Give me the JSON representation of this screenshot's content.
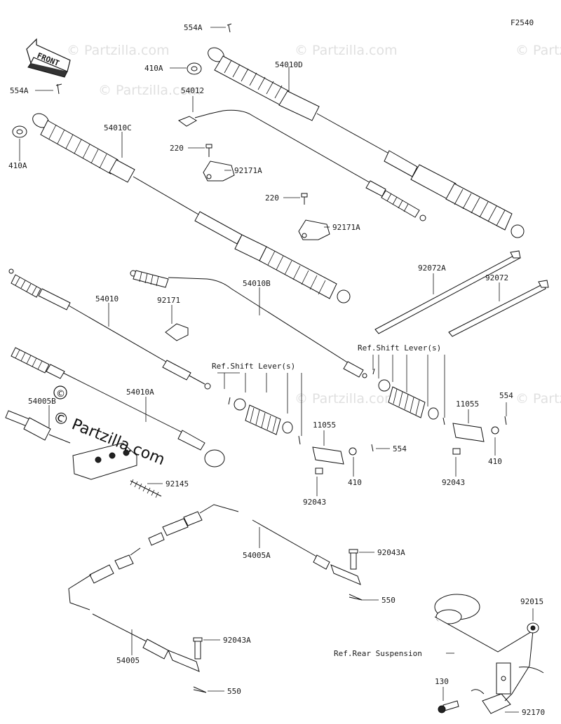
{
  "diagram": {
    "figure_code": "F2540",
    "front_label": "FRONT",
    "watermark": "© Partzilla.com",
    "watermark_large": "© Partzilla.com",
    "callouts": {
      "c554A_top": "554A",
      "c410A_top": "410A",
      "c54010D": "54010D",
      "c54012": "54012",
      "c554A_left": "554A",
      "c54010C": "54010C",
      "c410A_left": "410A",
      "c220_a": "220",
      "c92171A_a": "92171A",
      "c220_b": "220",
      "c92171A_b": "92171A",
      "c92072A": "92072A",
      "c92072": "92072",
      "c54010": "54010",
      "c92171": "92171",
      "c54010B": "54010B",
      "c54010A": "54010A",
      "c54005B": "54005B",
      "c92145": "92145",
      "c11055_a": "11055",
      "c554_a": "554",
      "c410_a": "410",
      "c92043_a": "92043",
      "c11055_b": "11055",
      "c554_b": "554",
      "c410_b": "410",
      "c92043_b": "92043",
      "c54005A": "54005A",
      "c92043A_a": "92043A",
      "c550_a": "550",
      "c54005": "54005",
      "c92043A_b": "92043A",
      "c550_b": "550",
      "c92015": "92015",
      "c130": "130",
      "c92170": "92170"
    },
    "refs": {
      "shift_lever_a": "Ref.Shift Lever(s)",
      "shift_lever_b": "Ref.Shift Lever(s)",
      "rear_suspension": "Ref.Rear Suspension"
    }
  }
}
